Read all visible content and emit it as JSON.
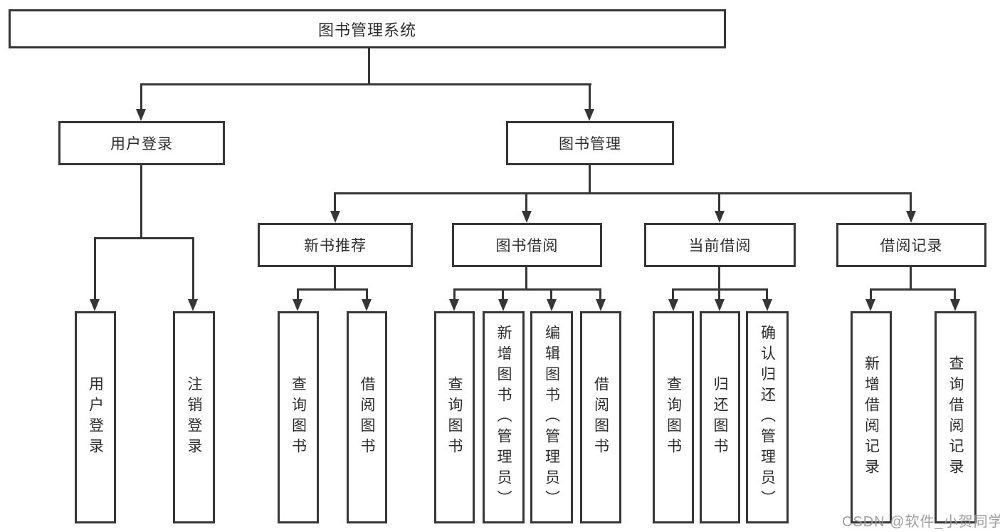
{
  "title": "图书管理系统",
  "tree": {
    "root": {
      "label": "图书管理系统"
    },
    "branches": [
      {
        "label": "用户登录",
        "children": [
          {
            "label": "用户登录"
          },
          {
            "label": "注销登录"
          }
        ]
      },
      {
        "label": "图书管理",
        "children": [
          {
            "label": "新书推荐",
            "children": [
              {
                "label": "查询图书"
              },
              {
                "label": "借阅图书"
              }
            ]
          },
          {
            "label": "图书借阅",
            "children": [
              {
                "label": "查询图书"
              },
              {
                "label": "新增图书（管理员）"
              },
              {
                "label": "编辑图书（管理员）"
              },
              {
                "label": "借阅图书"
              }
            ]
          },
          {
            "label": "当前借阅",
            "children": [
              {
                "label": "查询图书"
              },
              {
                "label": "归还图书"
              },
              {
                "label": "确认归还（管理员）"
              }
            ]
          },
          {
            "label": "借阅记录",
            "children": [
              {
                "label": "新增借阅记录"
              },
              {
                "label": "查询借阅记录"
              }
            ]
          }
        ]
      }
    ]
  },
  "watermark": "CSDN @软件_小贺同学",
  "colors": {
    "line": "#363636",
    "text": "#2d2d2d",
    "background": "#ffffff",
    "watermark": "#969696"
  }
}
